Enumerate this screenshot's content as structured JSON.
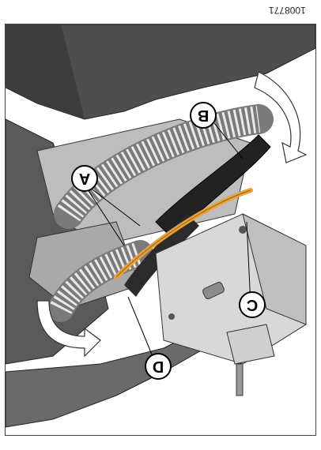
{
  "document_id": "1008771",
  "callouts": [
    {
      "key": "a",
      "label": "A"
    },
    {
      "key": "b",
      "label": "B"
    },
    {
      "key": "c",
      "label": "C"
    },
    {
      "key": "d",
      "label": "D"
    }
  ],
  "icons": {
    "arrow_top_right": "curved-arrow-icon",
    "arrow_bottom_left": "curved-arrow-icon"
  },
  "colors": {
    "accent": "#e7a23a",
    "dark_frame": "#4b4b4b",
    "mid_gray": "#9b9b9b",
    "light_gray": "#d2d2d2"
  }
}
